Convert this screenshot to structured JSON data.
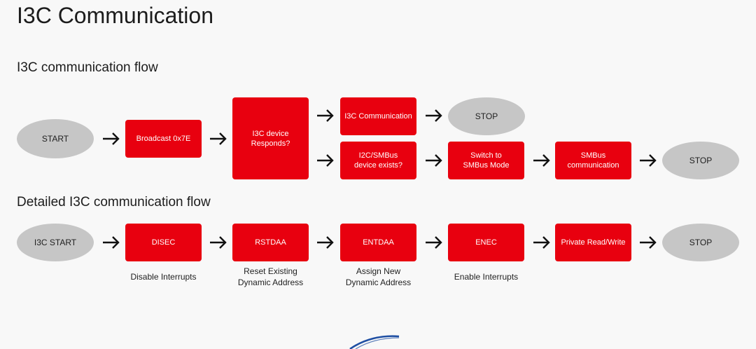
{
  "title": "I3C Communication",
  "flow1": {
    "heading": "I3C communication flow",
    "start": "START",
    "broadcast": "Broadcast 0x7E",
    "responds": "I3C device\nResponds?",
    "i3c_comm": "I3C Communication",
    "stop_top": "STOP",
    "i2c_exists": "I2C/SMBus\ndevice exists?",
    "switch_mode": "Switch to\nSMBus Mode",
    "smbus_comm": "SMBus\ncommunication",
    "stop_bottom": "STOP"
  },
  "flow2": {
    "heading": "Detailed I3C communication flow",
    "start": "I3C START",
    "steps": [
      {
        "label": "DISEC",
        "caption": "Disable Interrupts"
      },
      {
        "label": "RSTDAA",
        "caption": "Reset Existing\nDynamic Address"
      },
      {
        "label": "ENTDAA",
        "caption": "Assign New\nDynamic Address"
      },
      {
        "label": "ENEC",
        "caption": "Enable Interrupts"
      },
      {
        "label": "Private Read/Write",
        "caption": ""
      }
    ],
    "stop": "STOP"
  },
  "colors": {
    "box_red": "#e8000f",
    "oval_gray": "#c6c6c6",
    "logo_blue": "#1f4fa3"
  },
  "icons": {
    "arrow": "right-arrow-icon",
    "logo": "swoosh-logo"
  }
}
